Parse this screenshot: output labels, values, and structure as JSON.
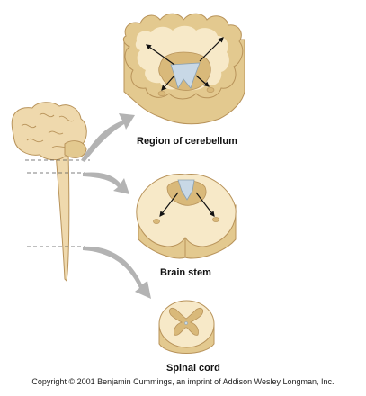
{
  "labels": {
    "cerebellum": "Region of cerebellum",
    "brain_stem": "Brain stem",
    "spinal_cord": "Spinal cord"
  },
  "copyright": "Copyright © 2001 Benjamin Cummings, an imprint of Addison Wesley Longman, Inc.",
  "colors": {
    "tissue_top": "#f7e9c8",
    "tissue_side": "#e3c98f",
    "tissue_edge": "#b8935a",
    "gray_matter": "#d9b97a",
    "ventricle": "#c8d8e6",
    "brain": "#efd9ad",
    "guide_arrow": "#b3b3b3"
  }
}
